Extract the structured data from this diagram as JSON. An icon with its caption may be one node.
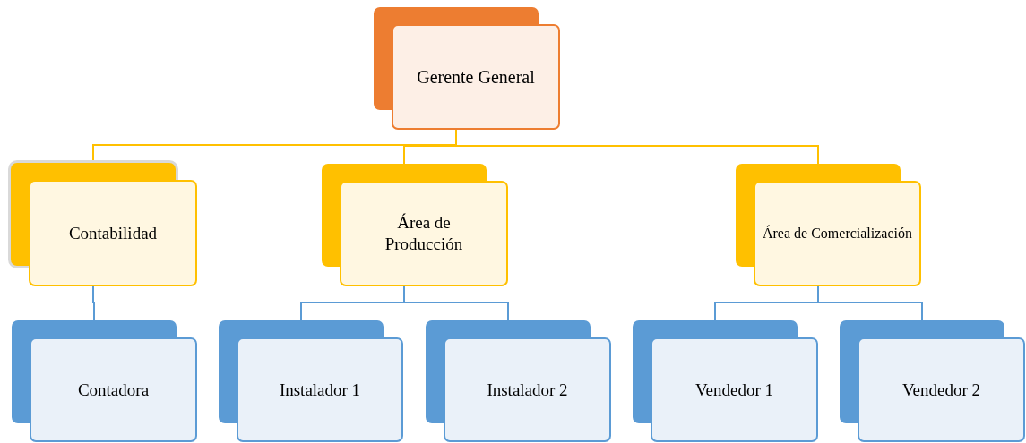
{
  "diagram": {
    "nodes": [
      {
        "text": [
          "Gerente General"
        ]
      },
      {
        "text": [
          "Contabilidad"
        ]
      },
      {
        "text": [
          "Área de Producción"
        ]
      },
      {
        "text": [
          "Área de Comercialización"
        ]
      },
      {
        "text": [
          "Contadora"
        ]
      },
      {
        "text": [
          "Instalador 1"
        ]
      },
      {
        "text": [
          "Instalador 2"
        ]
      },
      {
        "text": [
          "Vendedor 1"
        ]
      },
      {
        "text": [
          "Vendedor 2"
        ]
      }
    ],
    "edges": [
      {
        "from": 0,
        "to": 1,
        "arrow": "none",
        "color": "#ffc000"
      },
      {
        "from": 0,
        "to": 2,
        "arrow": "none",
        "color": "#ffc000"
      },
      {
        "from": 0,
        "to": 3,
        "arrow": "none",
        "color": "#ffc000"
      },
      {
        "from": 1,
        "to": 4,
        "arrow": "none"
      },
      {
        "from": 2,
        "to": 5,
        "arrow": "none"
      },
      {
        "from": 2,
        "to": 6,
        "arrow": "none"
      },
      {
        "from": 3,
        "to": 7,
        "arrow": "none"
      },
      {
        "from": 3,
        "to": 8,
        "arrow": "none"
      }
    ]
  }
}
